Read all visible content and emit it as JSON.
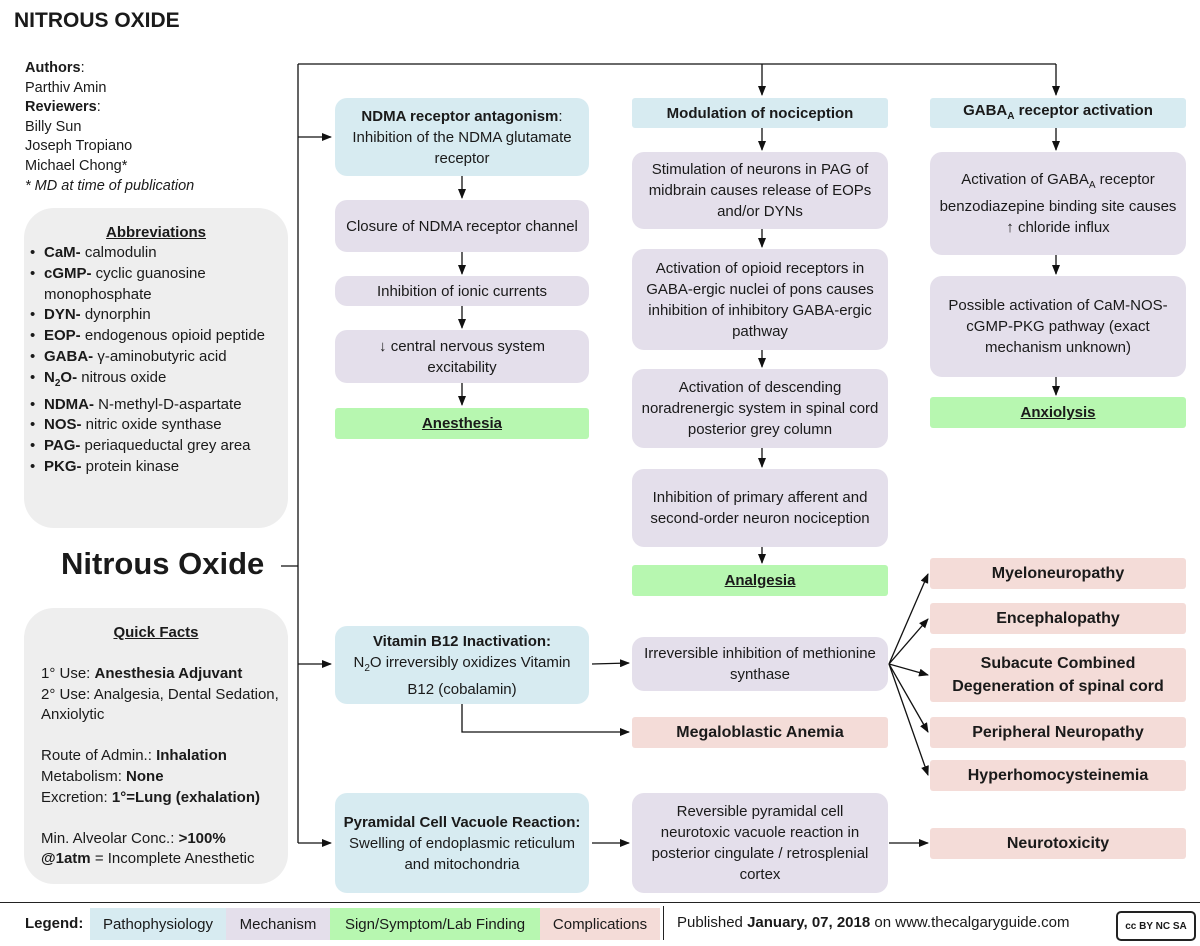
{
  "title": "NITROUS OXIDE",
  "authors": {
    "authors_label": "Authors",
    "author_names": [
      "Parthiv Amin"
    ],
    "reviewers_label": "Reviewers",
    "reviewer_names": [
      "Billy Sun",
      "Joseph Tropiano",
      "Michael Chong*"
    ],
    "footnote": "* MD at time of publication"
  },
  "abbreviations": {
    "heading": "Abbreviations",
    "items": [
      {
        "term": "CaM-",
        "def": " calmodulin"
      },
      {
        "term": "cGMP-",
        "def": " cyclic guanosine monophosphate"
      },
      {
        "term": "DYN-",
        "def": " dynorphin"
      },
      {
        "term": "EOP-",
        "def": " endogenous opioid peptide"
      },
      {
        "term": "GABA-",
        "def": " γ-aminobutyric acid"
      },
      {
        "term": "N",
        "sub": "2",
        "term2": "O-",
        "def": " nitrous oxide"
      },
      {
        "term": "NDMA-",
        "def": " N-methyl-D-aspartate"
      },
      {
        "term": "NOS-",
        "def": " nitric oxide synthase"
      },
      {
        "term": "PAG-",
        "def": " periaqueductal grey area"
      },
      {
        "term": "PKG-",
        "def": " protein kinase"
      }
    ]
  },
  "center_title": "Nitrous Oxide",
  "quick_facts": {
    "heading": "Quick Facts",
    "primary_use_label": "1° Use: ",
    "primary_use": "Anesthesia Adjuvant",
    "secondary_use": "2° Use: Analgesia, Dental Sedation, Anxiolytic",
    "route_label": "Route of Admin.: ",
    "route": "Inhalation",
    "metabolism_label": "Metabolism: ",
    "metabolism": "None",
    "excretion_label": "Excretion: ",
    "excretion": "1°=Lung (exhalation)",
    "mac_label": "Min. Alveolar Conc.: ",
    "mac_value": ">100%",
    "mac_atm": "@1atm",
    "mac_rest": " = Incomplete Anesthetic"
  },
  "col1": {
    "ndma_title": "NDMA receptor antagonism",
    "ndma_colon": ":",
    "ndma_text": "Inhibition of the NDMA glutamate receptor",
    "step1": "Closure of NDMA receptor channel",
    "step2": "Inhibition of ionic currents",
    "step3": "↓ central nervous system excitability",
    "outcome": "Anesthesia",
    "b12_title": "Vitamin B12 Inactivation:",
    "b12_text_a": "N",
    "b12_text_sub": "2",
    "b12_text_b": "O irreversibly oxidizes Vitamin B12 (cobalamin)",
    "pyr_title": "Pyramidal Cell Vacuole Reaction:",
    "pyr_text": " Swelling of endoplasmic reticulum and mitochondria"
  },
  "col2": {
    "title": "Modulation of nociception",
    "step1": "Stimulation of neurons in PAG of midbrain causes release of EOPs and/or DYNs",
    "step2": "Activation of opioid receptors in GABA-ergic nuclei of pons causes inhibition of inhibitory GABA-ergic pathway",
    "step3": "Activation of descending noradrenergic system in spinal cord posterior grey column",
    "step4": "Inhibition of primary afferent and second-order neuron nociception",
    "outcome": "Analgesia",
    "methionine": "Irreversible inhibition of methionine synthase",
    "megaloblastic": "Megaloblastic Anemia",
    "pyramidal": "Reversible pyramidal cell neurotoxic vacuole reaction in posterior cingulate / retrosplenial cortex"
  },
  "col3": {
    "title_a": "GABA",
    "title_sub": "A",
    "title_b": " receptor activation",
    "step1_a": "Activation of GABA",
    "step1_sub": "A",
    "step1_b": " receptor benzodiazepine binding site causes ↑ chloride influx",
    "step2": "Possible activation of CaM-NOS-cGMP-PKG pathway (exact mechanism unknown)",
    "outcome": "Anxiolysis",
    "comp1": "Myeloneuropathy",
    "comp2": "Encephalopathy",
    "comp3": "Subacute Combined Degeneration of spinal cord",
    "comp4": "Peripheral Neuropathy",
    "comp5": "Hyperhomocysteinemia",
    "comp6": "Neurotoxicity"
  },
  "legend": {
    "label": "Legend:",
    "patho": "Pathophysiology",
    "mech": "Mechanism",
    "sign": "Sign/Symptom/Lab Finding",
    "comp": "Complications",
    "published_a": "Published ",
    "published_date": "January, 07, 2018",
    "published_b": " on www.thecalgaryguide.com",
    "license": "cc BY NC SA"
  },
  "colors": {
    "pathophysiology": "#d7ebf1",
    "mechanism": "#e4dfeb",
    "sign": "#b7f7b0",
    "complication": "#f4dcd8"
  }
}
